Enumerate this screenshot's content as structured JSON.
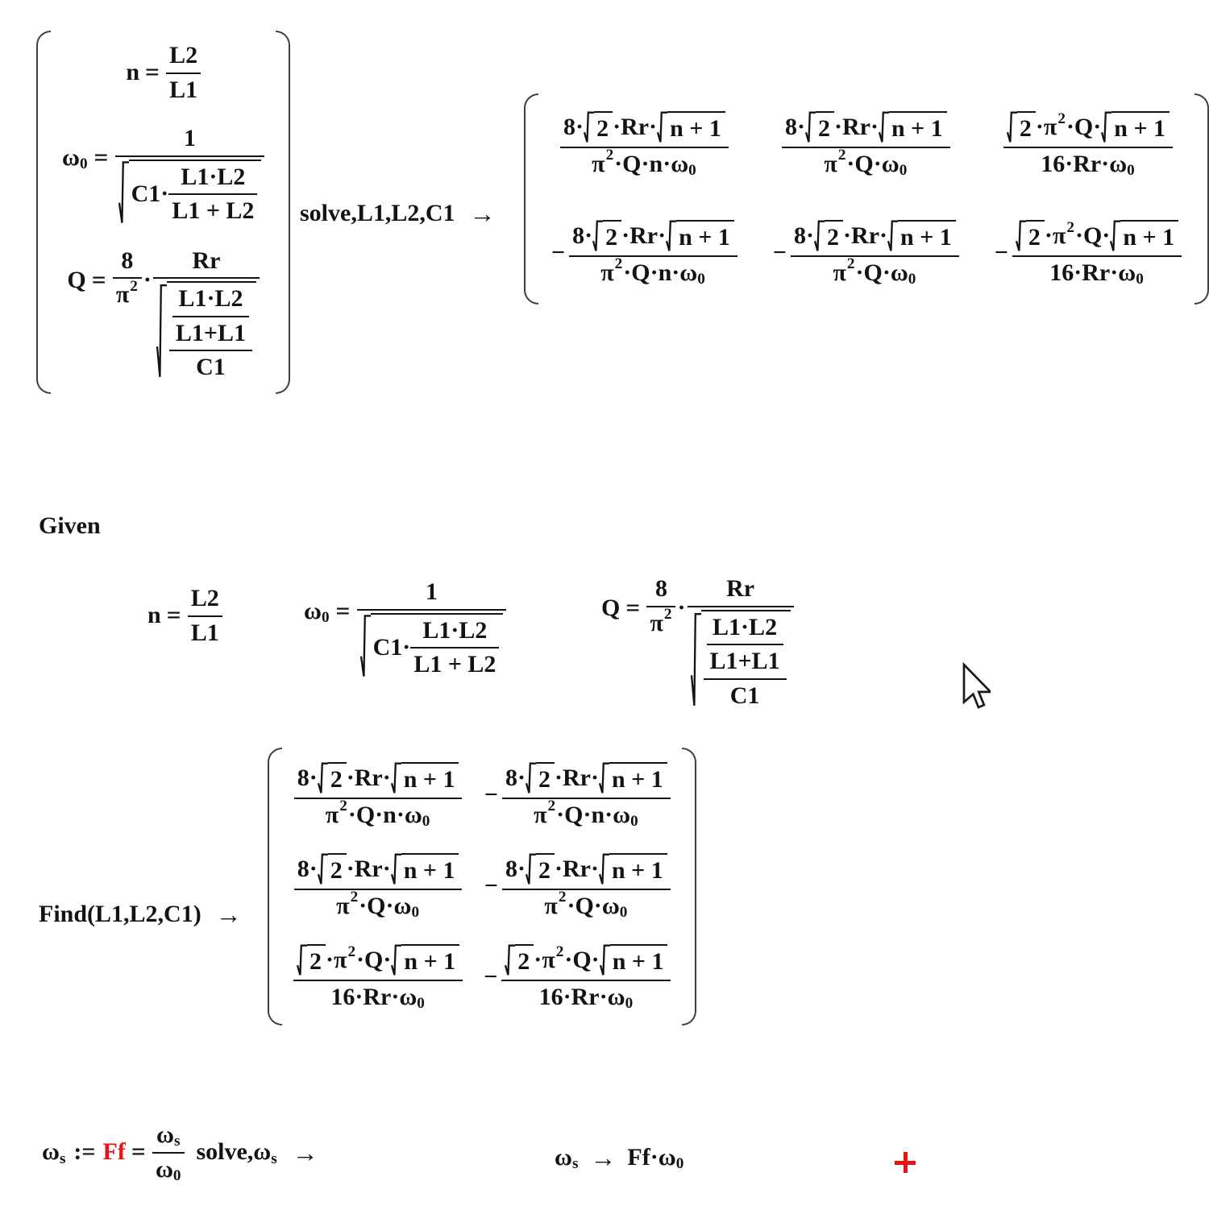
{
  "colors": {
    "ink": "#131313",
    "paren": "#3f3f3f",
    "error": "#ee1111",
    "cursor_plus": "#ee1111"
  },
  "labels": {
    "given": "Given",
    "find": "Find(L1,L2,C1)",
    "solve_vars": "solve,L1,L2,C1",
    "solve_ws": "solve,",
    "arrow": "→",
    "assign": ":=",
    "bool_eq": "=",
    "minus": "−",
    "plus_cursor": "+"
  },
  "sym": {
    "n": "n",
    "one": "1",
    "two": "2",
    "eight": "8",
    "pi": "π",
    "Q": "Q",
    "Rr": "Rr",
    "C1": "C1",
    "C1_dot": "C1·",
    "L1": "L1",
    "L2": "L2",
    "L1_dot_L2": "L1·L2",
    "L1_plus_L2": "L1 + L2",
    "L1_plus_L1": "L1+L1",
    "omega": "ω",
    "zero": "0",
    "s": "s",
    "Ff": "Ff",
    "dot": "·",
    "eight_dot": "8·",
    "dot_Rr_dot": "·Rr·",
    "n_plus_1": "n + 1",
    "dot_Q_n_dot": "·Q·n·",
    "dot_Q_dot": "·Q·",
    "sixteen_Rr_dot": "16·Rr·"
  },
  "solve_block": {
    "system": [
      "n = L2/L1",
      "ω0 = 1/√(C1·(L1·L2)/(L1 + L2))",
      "Q = (8/π²)·Rr/√((L1·L2/(L1+L1))/C1)"
    ],
    "keyword": "solve,L1,L2,C1",
    "result_cells": [
      [
        "A",
        "B",
        "C"
      ],
      [
        "-A",
        "-B",
        "-C"
      ]
    ]
  },
  "given_block": {
    "label": "Given",
    "constraints": [
      "n = L2/L1",
      "ω0 = 1/√(C1·(L1·L2)/(L1 + L2))",
      "Q = (8/π²)·Rr/√((L1·L2/(L1+L1))/C1)"
    ],
    "find": "Find(L1,L2,C1)",
    "result_cells": [
      [
        "A",
        "-A"
      ],
      [
        "B",
        "-B"
      ],
      [
        "C",
        "-C"
      ]
    ]
  },
  "cell_expressions": {
    "A": "(8·√2·Rr·√(n + 1))/(π²·Q·n·ω0)",
    "B": "(8·√2·Rr·√(n + 1))/(π²·Q·ω0)",
    "C": "(√2·π²·Q·√(n + 1))/(16·Rr·ω0)"
  },
  "ws_block": {
    "definition": "ωs := Ff = ωs/ω0  solve,ωs →",
    "result": "ωs → Ff·ω0"
  }
}
